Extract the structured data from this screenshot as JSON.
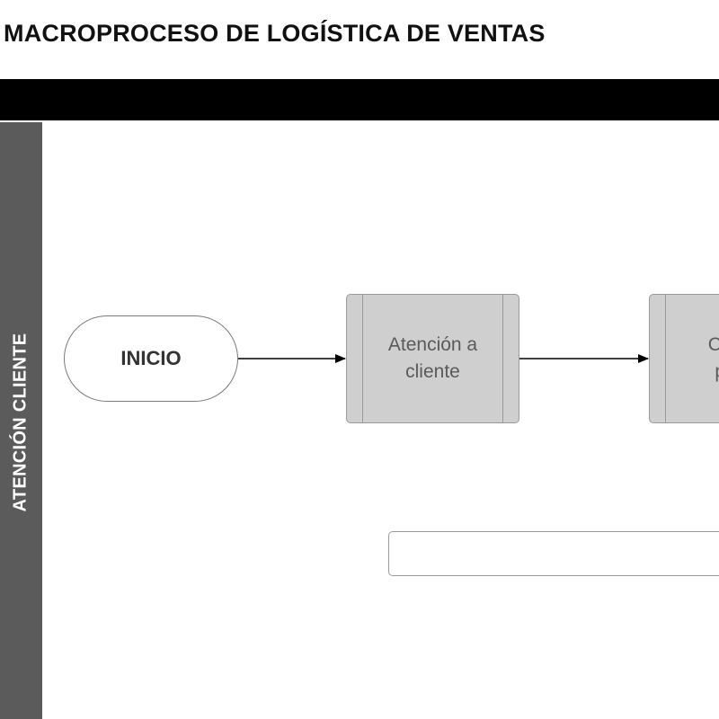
{
  "diagram": {
    "title": "MACROPROCESO DE LOGÍSTICA DE VENTAS",
    "lane": {
      "label": "ATENCIÓN CLIENTE"
    },
    "nodes": {
      "start": {
        "label": "INICIO"
      },
      "process_1": {
        "line1": "Atención a",
        "line2": "cliente"
      },
      "process_2": {
        "line1": "Con",
        "line2": "pe"
      }
    },
    "colors": {
      "header_bar": "#000000",
      "lane_bar": "#5b5b5b",
      "process_fill": "#cfcfcf",
      "process_text": "#5a5a5a",
      "connector": "#000000"
    }
  }
}
